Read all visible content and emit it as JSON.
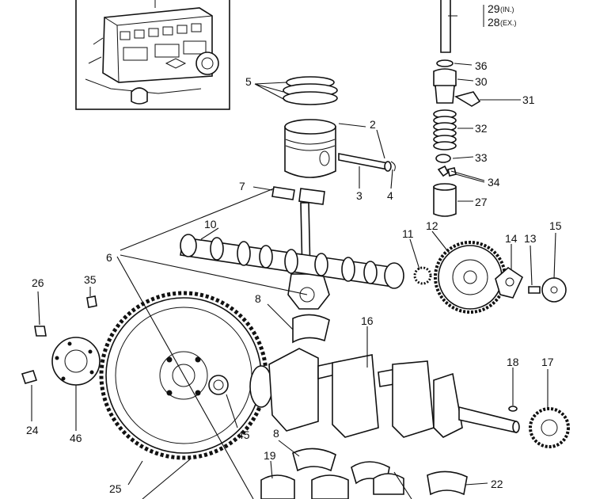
{
  "diagram": {
    "callouts": [
      "2",
      "3",
      "4",
      "5",
      "6",
      "7",
      "8",
      "8",
      "10",
      "11",
      "12",
      "13",
      "14",
      "15",
      "16",
      "17",
      "18",
      "19",
      "22",
      "24",
      "25",
      "26",
      "27",
      "30",
      "31",
      "32",
      "33",
      "34",
      "35",
      "36",
      "45",
      "46"
    ],
    "valve_stem_labels": [
      "29",
      "(IN.)",
      "28",
      "(EX.)"
    ]
  }
}
